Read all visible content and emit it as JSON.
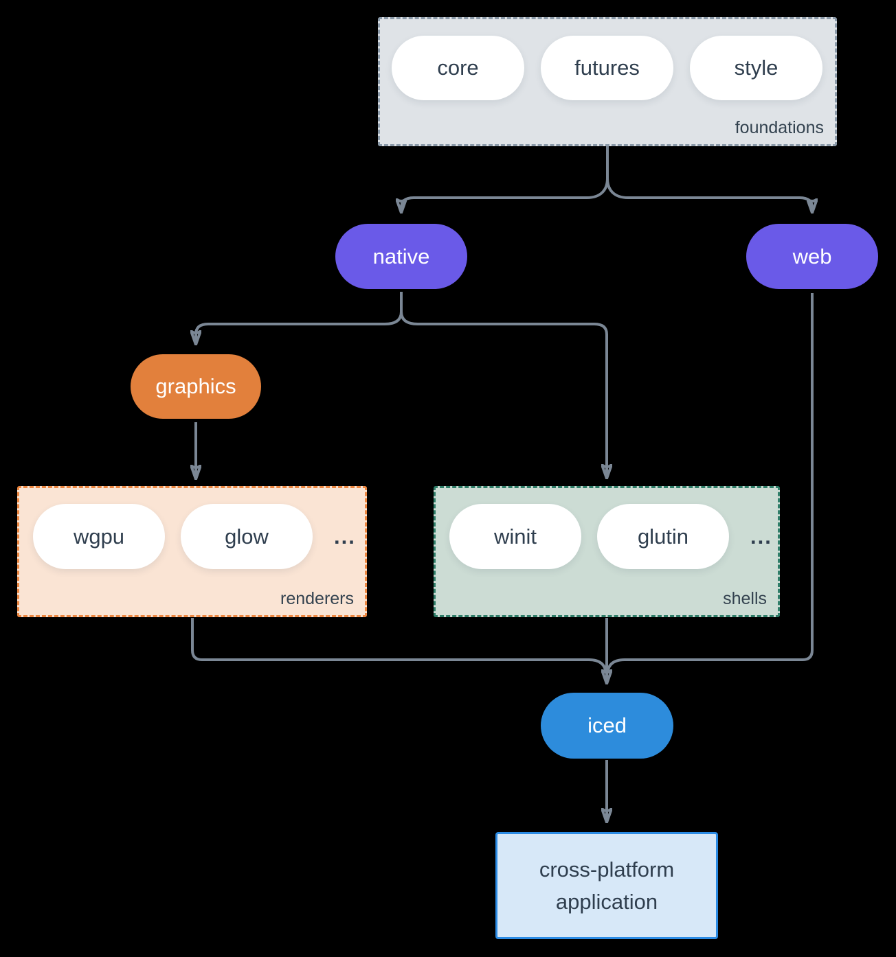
{
  "diagram": {
    "foundations": {
      "label": "foundations",
      "pills": [
        "core",
        "futures",
        "style"
      ]
    },
    "native": {
      "label": "native"
    },
    "web": {
      "label": "web"
    },
    "graphics": {
      "label": "graphics"
    },
    "renderers": {
      "label": "renderers",
      "pills": [
        "wgpu",
        "glow"
      ],
      "ellipsis": "..."
    },
    "shells": {
      "label": "shells",
      "pills": [
        "winit",
        "glutin"
      ],
      "ellipsis": "..."
    },
    "iced": {
      "label": "iced"
    },
    "application": {
      "label": "cross-platform application"
    },
    "colors": {
      "background": "#000000",
      "arrow": "#7B8795",
      "foundations_fill": "#DFE3E7",
      "foundations_border": "#8A99A8",
      "node_purple": "#6A5AE8",
      "node_orange": "#E2803C",
      "node_blue": "#2D8CDC",
      "pill_fill": "#FFFFFF",
      "text_dark": "#2F3E4E",
      "group_label_text": "#33424F",
      "renderers_fill": "#FAE4D4",
      "renderers_border": "#EC8640",
      "shells_fill": "#CCDCD4",
      "shells_border": "#2E7D68",
      "application_fill": "#D7E8F8",
      "application_border": "#2B8BE4"
    }
  }
}
